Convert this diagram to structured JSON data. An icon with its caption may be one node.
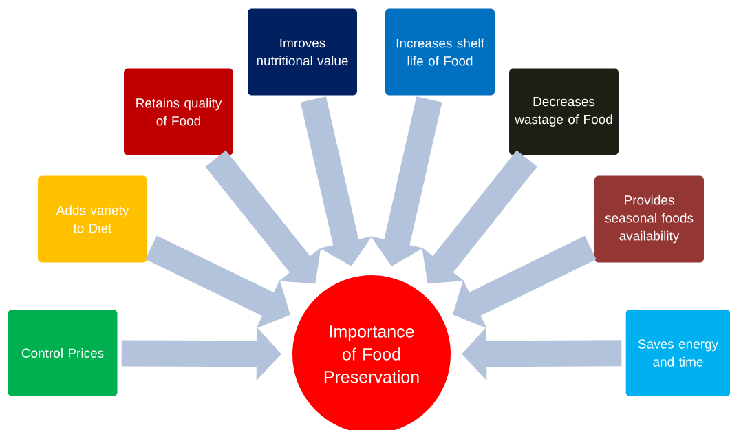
{
  "diagram": {
    "nodes": [
      {
        "text": [
          "Importance of Food Preservation"
        ]
      },
      {
        "text": [
          "Control Prices"
        ]
      },
      {
        "text": [
          "Adds variety to Diet"
        ]
      },
      {
        "text": [
          "Retains quality of Food"
        ]
      },
      {
        "text": [
          "Imroves nutritional value"
        ]
      },
      {
        "text": [
          "Increases shelf life of Food"
        ]
      },
      {
        "text": [
          "Decreases wastage of Food"
        ]
      },
      {
        "text": [
          "Provides seasonal foods availability"
        ]
      },
      {
        "text": [
          "Saves energy and time"
        ]
      }
    ],
    "edges": [
      {
        "from": 1,
        "to": 0,
        "arrow": "to"
      },
      {
        "from": 2,
        "to": 0,
        "arrow": "to"
      },
      {
        "from": 3,
        "to": 0,
        "arrow": "to"
      },
      {
        "from": 4,
        "to": 0,
        "arrow": "to"
      },
      {
        "from": 5,
        "to": 0,
        "arrow": "to"
      },
      {
        "from": 6,
        "to": 0,
        "arrow": "to"
      },
      {
        "from": 7,
        "to": 0,
        "arrow": "to"
      },
      {
        "from": 8,
        "to": 0,
        "arrow": "to"
      }
    ]
  }
}
